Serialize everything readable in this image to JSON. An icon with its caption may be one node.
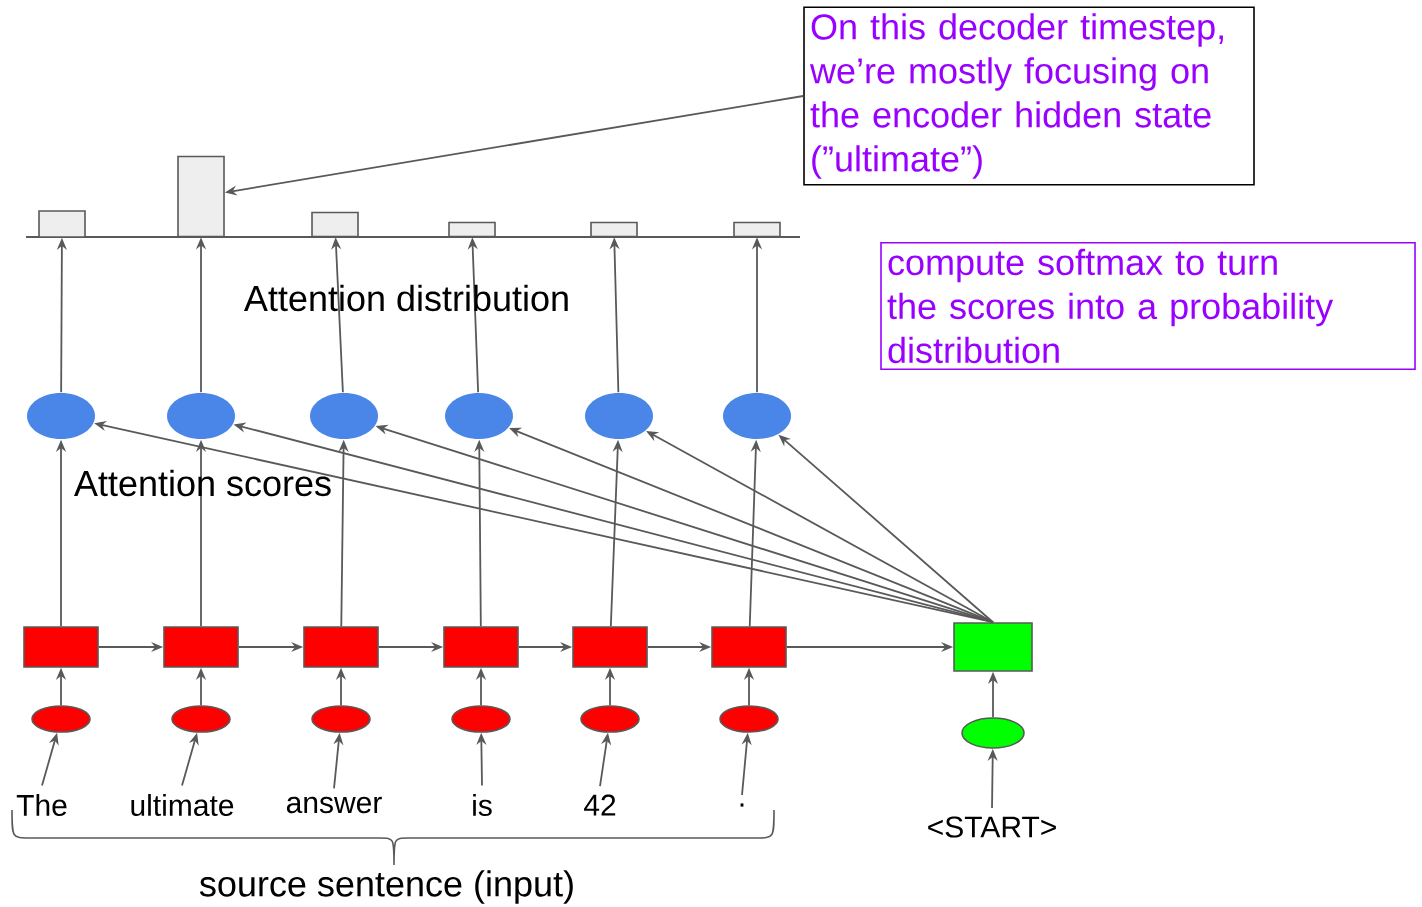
{
  "diagram": {
    "nodes": [
      {
        "text": [
          "On this decoder timestep, we’re mostly focusing on the encoder hidden state (”ultimate”)"
        ]
      },
      {
        "text": [
          "compute softmax to turn the scores into a probability distribution"
        ]
      },
      {
        "text": [],
        "shape": "bar"
      },
      {
        "text": [],
        "shape": "bar"
      },
      {
        "text": [],
        "shape": "bar"
      },
      {
        "text": [],
        "shape": "bar"
      },
      {
        "text": [],
        "shape": "bar"
      },
      {
        "text": [],
        "shape": "bar"
      },
      {
        "text": [],
        "shape": "ellipse"
      },
      {
        "text": [],
        "shape": "ellipse"
      },
      {
        "text": [],
        "shape": "ellipse"
      },
      {
        "text": [],
        "shape": "ellipse"
      },
      {
        "text": [],
        "shape": "ellipse"
      },
      {
        "text": [],
        "shape": "ellipse"
      },
      {
        "text": [],
        "shape": "box"
      },
      {
        "text": [],
        "shape": "box"
      },
      {
        "text": [],
        "shape": "box"
      },
      {
        "text": [],
        "shape": "box"
      },
      {
        "text": [],
        "shape": "box"
      },
      {
        "text": [],
        "shape": "box"
      },
      {
        "text": [],
        "shape": "box"
      },
      {
        "text": [],
        "shape": "ellipse"
      },
      {
        "text": [],
        "shape": "ellipse"
      },
      {
        "text": [],
        "shape": "ellipse"
      },
      {
        "text": [],
        "shape": "ellipse"
      },
      {
        "text": [],
        "shape": "ellipse"
      },
      {
        "text": [],
        "shape": "ellipse"
      },
      {
        "text": [],
        "shape": "ellipse"
      },
      {
        "text": [
          "The"
        ]
      },
      {
        "text": [
          "ultimate"
        ]
      },
      {
        "text": [
          "answer"
        ]
      },
      {
        "text": [
          "is"
        ]
      },
      {
        "text": [
          "42"
        ]
      },
      {
        "text": [
          "."
        ]
      },
      {
        "text": [
          "<START>"
        ]
      }
    ],
    "edges": [
      {
        "from": 0,
        "to": 3,
        "arrow": "to"
      },
      {
        "from": 28,
        "to": 21,
        "arrow": "to"
      },
      {
        "from": 29,
        "to": 22,
        "arrow": "to"
      },
      {
        "from": 30,
        "to": 23,
        "arrow": "to"
      },
      {
        "from": 31,
        "to": 24,
        "arrow": "to"
      },
      {
        "from": 32,
        "to": 25,
        "arrow": "to"
      },
      {
        "from": 33,
        "to": 26,
        "arrow": "to"
      },
      {
        "from": 34,
        "to": 27,
        "arrow": "to"
      },
      {
        "from": 21,
        "to": 14,
        "arrow": "to"
      },
      {
        "from": 22,
        "to": 15,
        "arrow": "to"
      },
      {
        "from": 23,
        "to": 16,
        "arrow": "to"
      },
      {
        "from": 24,
        "to": 17,
        "arrow": "to"
      },
      {
        "from": 25,
        "to": 18,
        "arrow": "to"
      },
      {
        "from": 26,
        "to": 19,
        "arrow": "to"
      },
      {
        "from": 27,
        "to": 20,
        "arrow": "to"
      },
      {
        "from": 14,
        "to": 15,
        "arrow": "to"
      },
      {
        "from": 15,
        "to": 16,
        "arrow": "to"
      },
      {
        "from": 16,
        "to": 17,
        "arrow": "to"
      },
      {
        "from": 17,
        "to": 18,
        "arrow": "to"
      },
      {
        "from": 18,
        "to": 19,
        "arrow": "to"
      },
      {
        "from": 19,
        "to": 20,
        "arrow": "to"
      },
      {
        "from": 14,
        "to": 8,
        "arrow": "to"
      },
      {
        "from": 15,
        "to": 9,
        "arrow": "to"
      },
      {
        "from": 16,
        "to": 10,
        "arrow": "to"
      },
      {
        "from": 17,
        "to": 11,
        "arrow": "to"
      },
      {
        "from": 18,
        "to": 12,
        "arrow": "to"
      },
      {
        "from": 19,
        "to": 13,
        "arrow": "to"
      },
      {
        "from": 20,
        "to": 8,
        "arrow": "to"
      },
      {
        "from": 20,
        "to": 9,
        "arrow": "to"
      },
      {
        "from": 20,
        "to": 10,
        "arrow": "to"
      },
      {
        "from": 20,
        "to": 11,
        "arrow": "to"
      },
      {
        "from": 20,
        "to": 12,
        "arrow": "to"
      },
      {
        "from": 20,
        "to": 13,
        "arrow": "to"
      },
      {
        "from": 8,
        "to": 2,
        "arrow": "to"
      },
      {
        "from": 9,
        "to": 3,
        "arrow": "to"
      },
      {
        "from": 10,
        "to": 4,
        "arrow": "to"
      },
      {
        "from": 11,
        "to": 5,
        "arrow": "to"
      },
      {
        "from": 12,
        "to": 6,
        "arrow": "to"
      },
      {
        "from": 13,
        "to": 7,
        "arrow": "to"
      }
    ],
    "labels": [
      "Attention distribution",
      "Attention scores",
      "source sentence (input)"
    ]
  }
}
